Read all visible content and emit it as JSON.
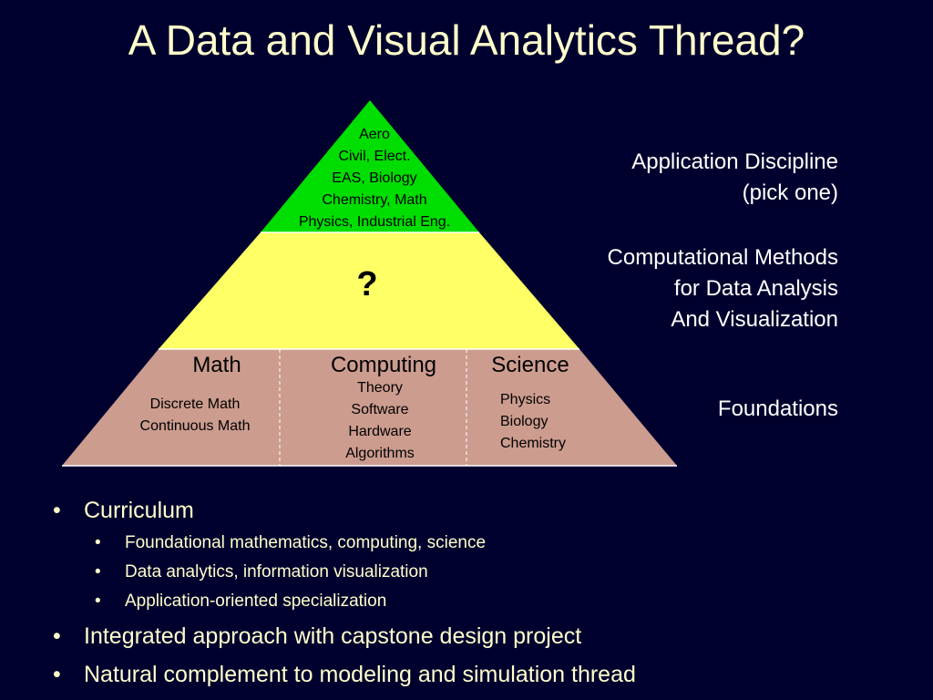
{
  "slide": {
    "title": "A Data and Visual Analytics Thread?"
  },
  "pyramid": {
    "top_lines": [
      "Aero",
      "Civil, Elect.",
      "EAS, Biology",
      "Chemistry, Math",
      "Physics, Industrial Eng."
    ],
    "middle": "?",
    "base": {
      "math": {
        "heading": "Math",
        "items": [
          "Discrete Math",
          "Continuous Math"
        ]
      },
      "computing": {
        "heading": "Computing",
        "items": [
          "Theory",
          "Software",
          "Hardware",
          "Algorithms"
        ]
      },
      "science": {
        "heading": "Science",
        "items": [
          "Physics",
          "Biology",
          "Chemistry"
        ]
      }
    },
    "colors": {
      "top": "#00dd00",
      "middle": "#ffff66",
      "base": "#cc9c8f"
    }
  },
  "labels": {
    "application_lines": [
      "Application Discipline",
      "(pick one)"
    ],
    "computational_lines": [
      "Computational Methods",
      "for Data Analysis",
      "And Visualization"
    ],
    "foundations": "Foundations"
  },
  "bullets": [
    {
      "text": "Curriculum",
      "sub": [
        "Foundational mathematics, computing, science",
        "Data analytics, information visualization",
        "Application-oriented specialization"
      ]
    },
    {
      "text": "Integrated approach with capstone design project",
      "sub": []
    },
    {
      "text": "Natural complement to modeling and simulation thread",
      "sub": []
    }
  ]
}
